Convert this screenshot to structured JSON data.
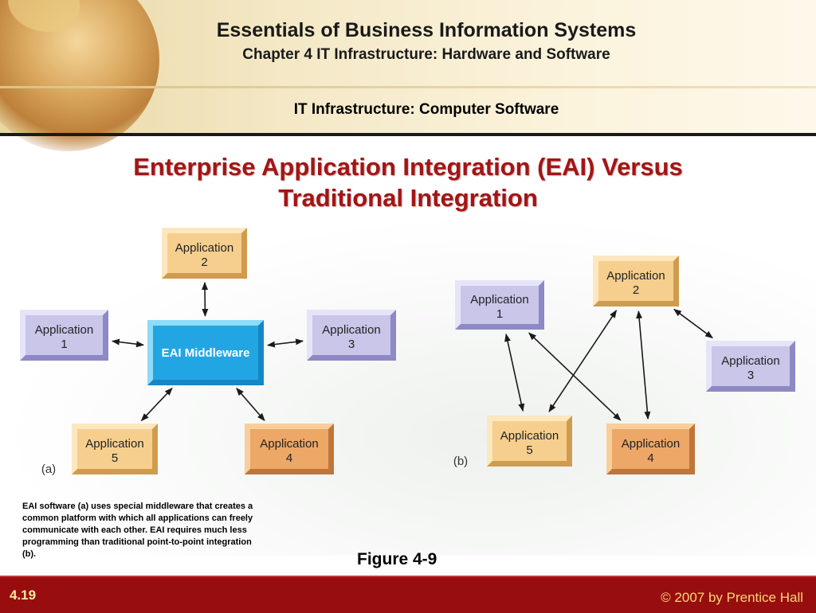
{
  "header": {
    "book_title": "Essentials of Business Information Systems",
    "chapter": "Chapter 4 IT Infrastructure: Hardware and Software",
    "section": "IT Infrastructure: Computer Software"
  },
  "slide": {
    "title_line1": "Enterprise Application Integration (EAI) Versus",
    "title_line2": "Traditional Integration"
  },
  "diagram_a": {
    "label": "(a)",
    "middleware": "EAI Middleware",
    "nodes": [
      {
        "id": "app1",
        "line1": "Application",
        "line2": "1",
        "style": "purple"
      },
      {
        "id": "app2",
        "line1": "Application",
        "line2": "2",
        "style": "orange"
      },
      {
        "id": "app3",
        "line1": "Application",
        "line2": "3",
        "style": "purple"
      },
      {
        "id": "app4",
        "line1": "Application",
        "line2": "4",
        "style": "darkorange"
      },
      {
        "id": "app5",
        "line1": "Application",
        "line2": "5",
        "style": "orange"
      }
    ]
  },
  "diagram_b": {
    "label": "(b)",
    "nodes": [
      {
        "id": "app1",
        "line1": "Application",
        "line2": "1",
        "style": "purple"
      },
      {
        "id": "app2",
        "line1": "Application",
        "line2": "2",
        "style": "orange"
      },
      {
        "id": "app3",
        "line1": "Application",
        "line2": "3",
        "style": "purple"
      },
      {
        "id": "app4",
        "line1": "Application",
        "line2": "4",
        "style": "darkorange"
      },
      {
        "id": "app5",
        "line1": "Application",
        "line2": "5",
        "style": "orange"
      }
    ],
    "connections": [
      [
        "app1",
        "app5"
      ],
      [
        "app1",
        "app4"
      ],
      [
        "app2",
        "app5"
      ],
      [
        "app2",
        "app4"
      ],
      [
        "app2",
        "app3"
      ]
    ]
  },
  "caption": "EAI software (a) uses special middleware that creates a common platform with which all applications can freely communicate with each other. EAI requires much less programming than traditional point-to-point integration (b).",
  "figure_label": "Figure 4-9",
  "footer": {
    "page_number": "4.19",
    "copyright": "© 2007 by Prentice Hall"
  },
  "colors": {
    "title_red": "#a31515",
    "footer_red": "#980e0e",
    "purple_box": "#c9c6ea",
    "orange_box": "#f6cf8e",
    "darkorange_box": "#eda767",
    "middleware_blue": "#22a6e3"
  }
}
